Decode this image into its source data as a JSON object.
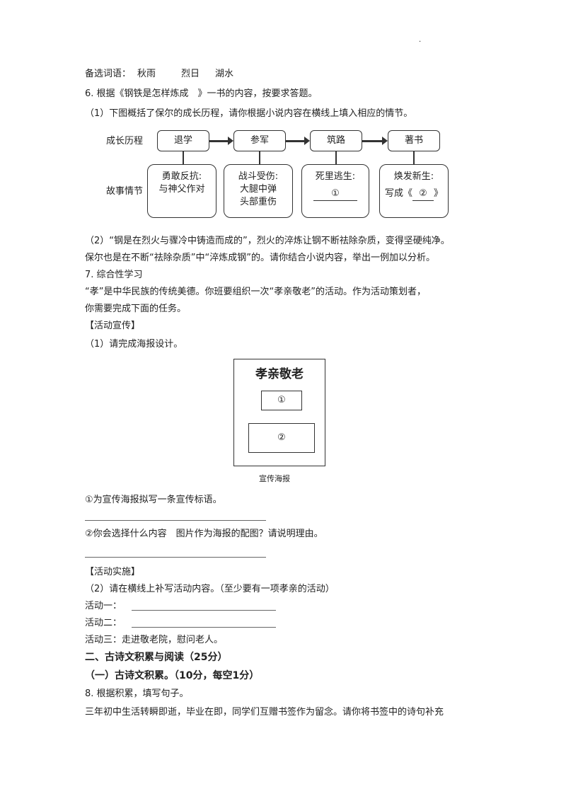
{
  "top_mark": ".",
  "words_line": {
    "label": "备选词语：",
    "w1": "秋雨",
    "w2": "烈日",
    "w3": "湖水"
  },
  "q6": {
    "title": "6. 根据《钢铁是怎样炼成　》一书的内容，按要求答题。",
    "sub1": "（1）下图概括了保尔的成长历程，请你根据小说内容在横线上填入相应的情节。",
    "row_label_1": "成长历程",
    "row_label_2": "故事情节",
    "stages": [
      "退学",
      "参军",
      "筑路",
      "著书"
    ],
    "stories": [
      {
        "line1": "勇敢反抗:",
        "line2": "与神父作对",
        "line3": ""
      },
      {
        "line1": "战斗受伤:",
        "line2": "大腿中弹",
        "line3": "头部重伤"
      },
      {
        "line1": "死里逃生:",
        "line2": "①",
        "line3": ""
      },
      {
        "line1": "焕发新生:",
        "line2a": "写成《",
        "line2b": "②",
        "line2c": "》",
        "line3": ""
      }
    ],
    "sub2_line1": "（2）“钢是在烈火与骤冷中铸造而成的”，烈火的淬炼让钢不断祛除杂质，变得坚硬纯净。",
    "sub2_line2": "保尔也是在不断“祛除杂质”中“淬炼成钢”的。请你结合小说内容，举出一例加以分析。"
  },
  "q7": {
    "title": "7. 综合性学习",
    "intro1": "“孝”是中华民族的传统美德。你班要组织一次“孝亲敬老”的活动。作为活动策划者，",
    "intro2": "你需要完成下面的任务。",
    "section1": "【活动宣传】",
    "task1": "（1）请完成海报设计。",
    "poster": {
      "title": "孝亲敬老",
      "slot1": "①",
      "slot2": "②",
      "caption": "宣传海报"
    },
    "item1": "①为宣传海报拟写一条宣传标语。",
    "item2": "②你会选择什么内容　图片作为海报的配图？请说明理由。",
    "section2": "【活动实施】",
    "task2": "（2）请在横线上补写活动内容。（至少要有一项孝亲的活动）",
    "act1": "活动一：",
    "act2": "活动二：",
    "act3": "活动三：走进敬老院，慰问老人。"
  },
  "part2": {
    "heading": "二、古诗文积累与阅读（25分）",
    "sub_heading": "（一）古诗文积累。（10分，每空1分）",
    "q8_title": "8. 根据积累，填写句子。",
    "q8_text": "三年初中生活转瞬即逝，毕业在即，同学们互赠书签作为留念。请你将书签中的诗句补充"
  }
}
